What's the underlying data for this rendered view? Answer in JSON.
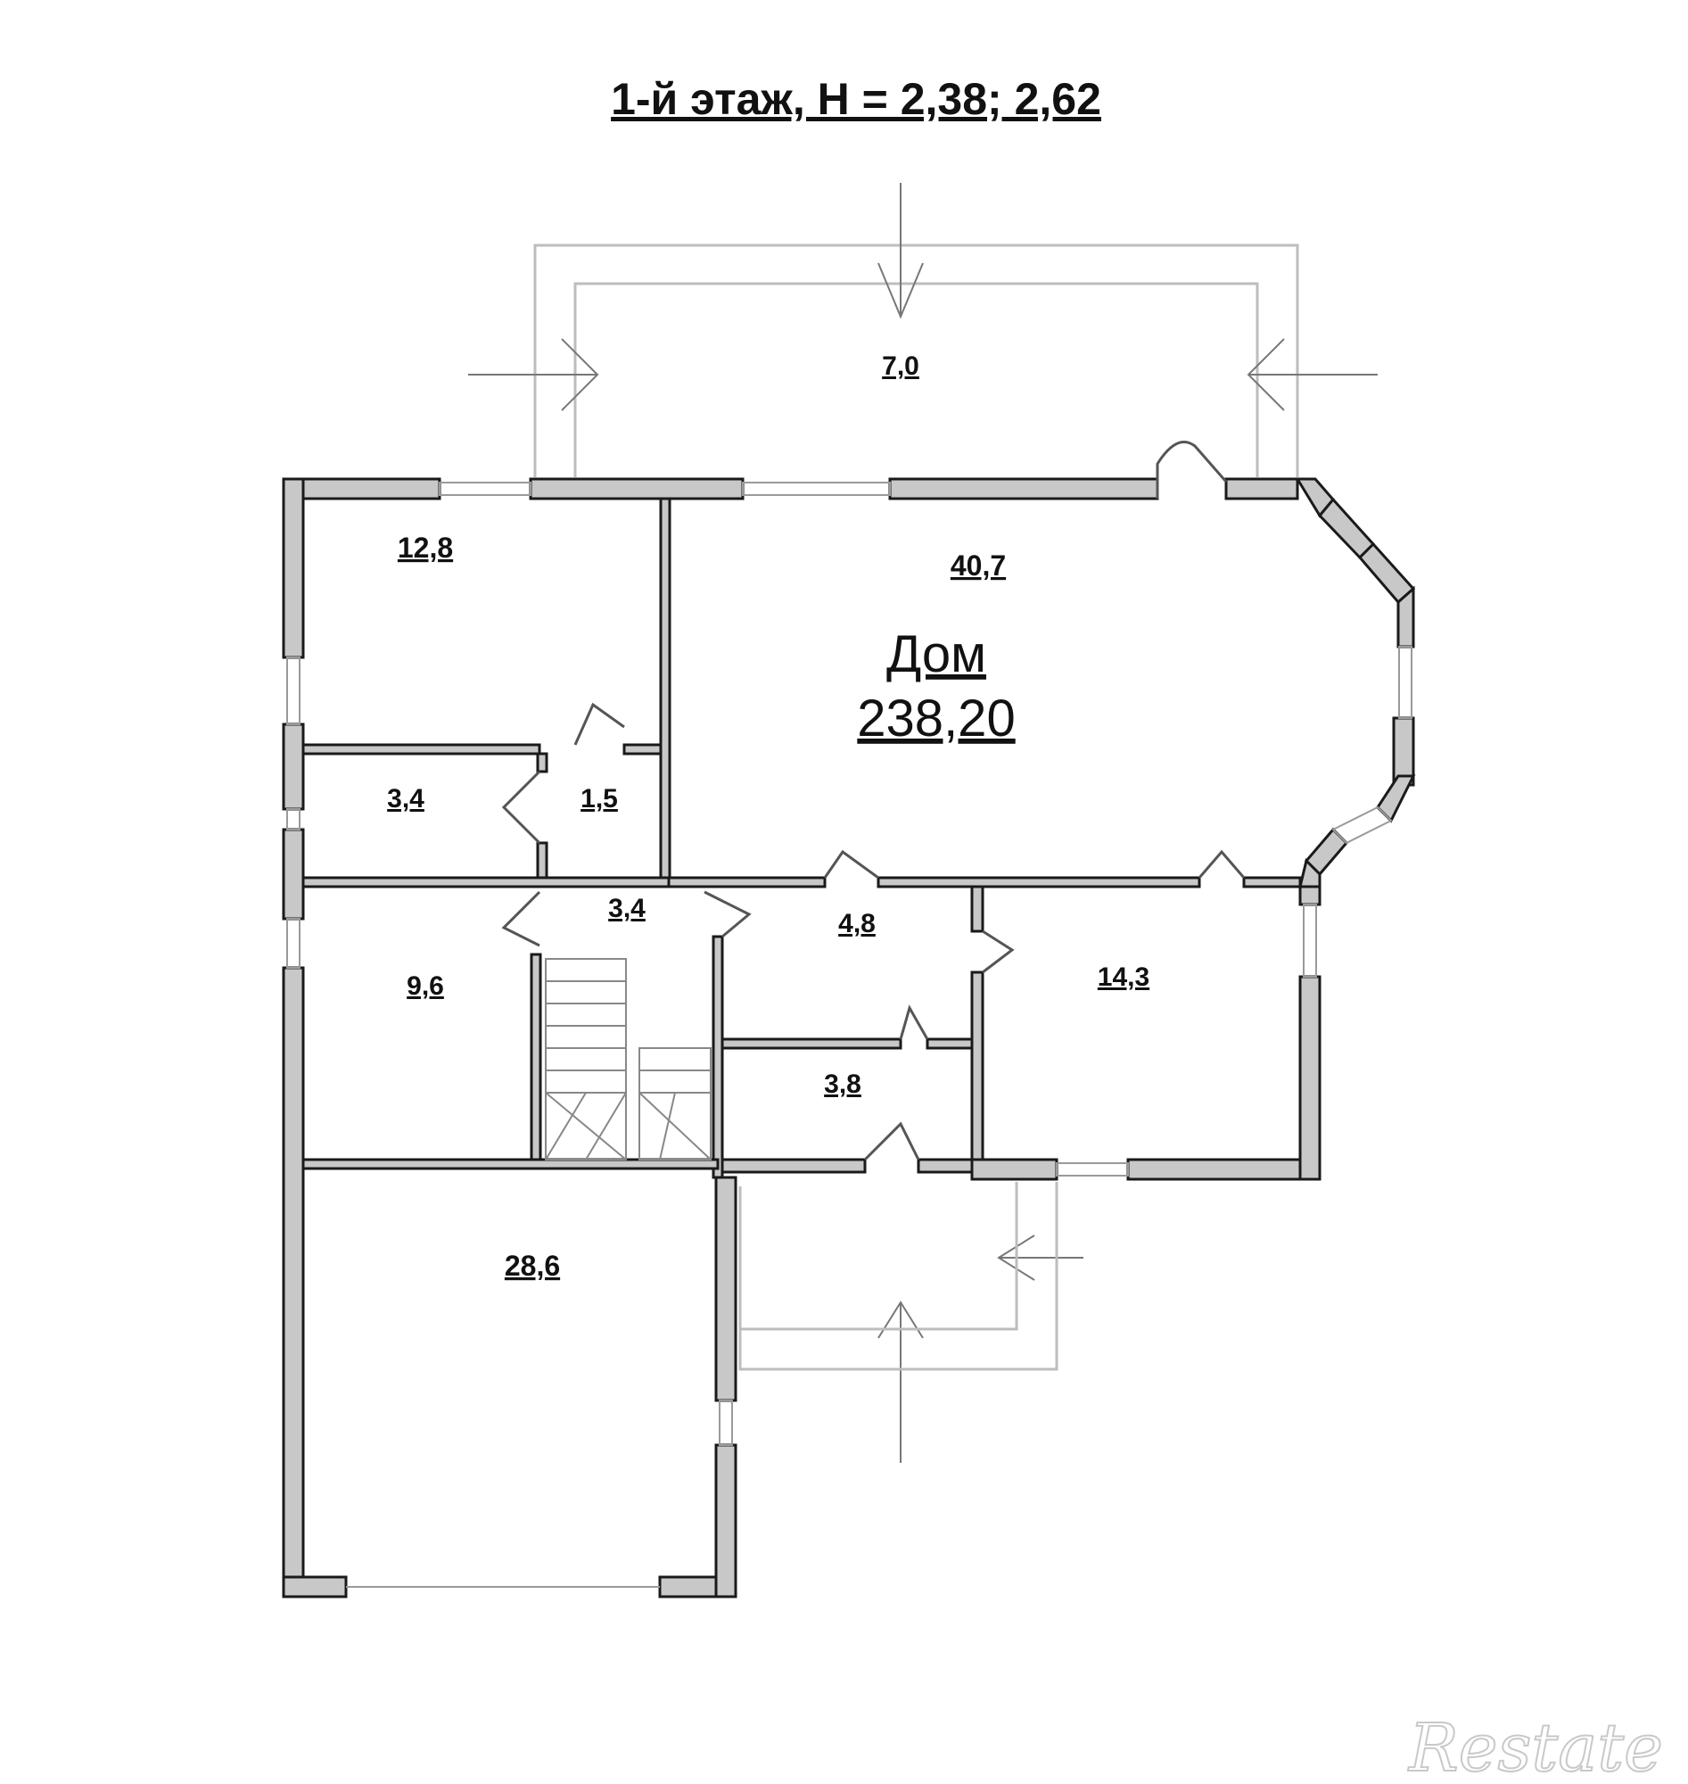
{
  "title": "1-й этаж, Н = 2,38; 2,62",
  "house": {
    "name": "Дом",
    "area": "238,20"
  },
  "rooms": [
    {
      "id": "terrace",
      "area": "7,0"
    },
    {
      "id": "room-nw",
      "area": "12,8"
    },
    {
      "id": "hall-main",
      "area": "40,7"
    },
    {
      "id": "room-small-w",
      "area": "3,4"
    },
    {
      "id": "wc-small",
      "area": "1,5"
    },
    {
      "id": "stair-hall",
      "area": "3,4"
    },
    {
      "id": "corridor",
      "area": "4,8"
    },
    {
      "id": "room-w",
      "area": "9,6"
    },
    {
      "id": "room-e",
      "area": "14,3"
    },
    {
      "id": "vestibule",
      "area": "3,8"
    },
    {
      "id": "garage",
      "area": "28,6"
    }
  ],
  "watermark": "Restate"
}
